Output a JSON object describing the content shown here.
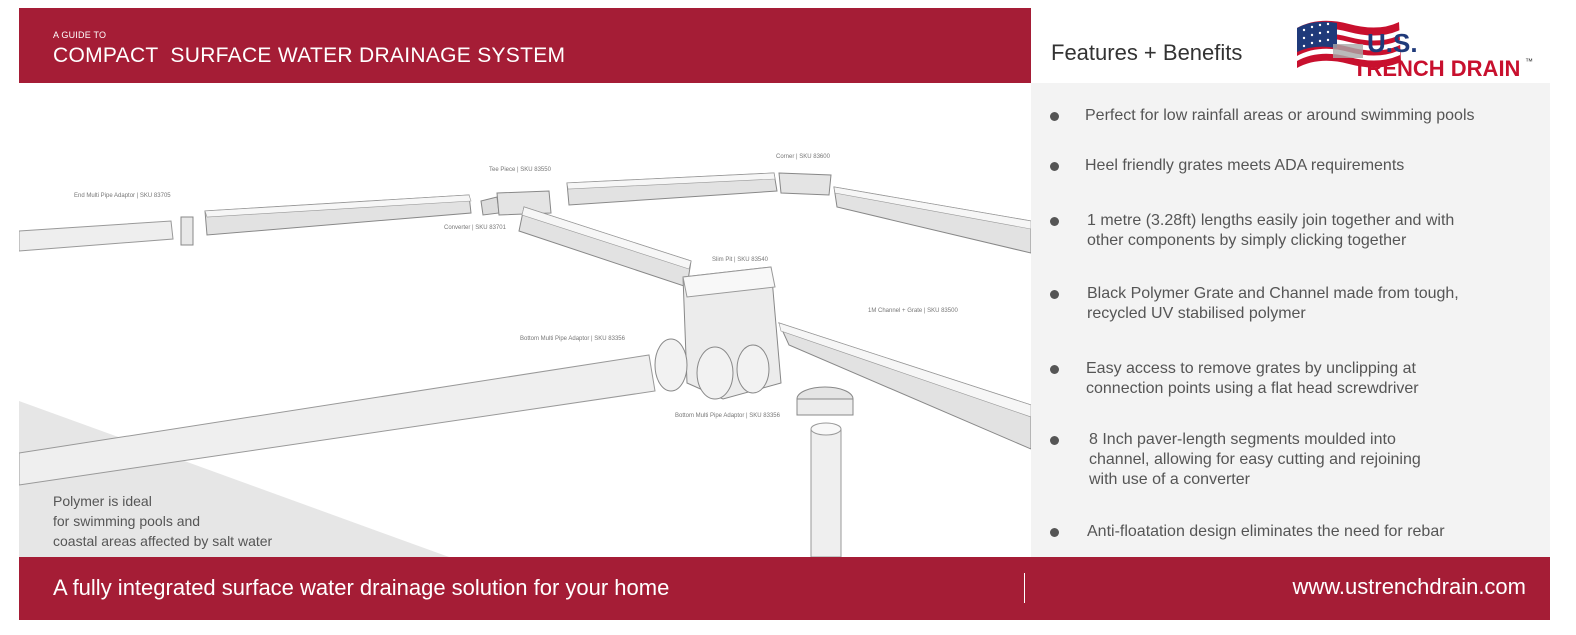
{
  "header": {
    "kicker": "A GUIDE TO",
    "title": "COMPACT  SURFACE WATER DRAINAGE SYSTEM"
  },
  "features_panel": {
    "title": "Features + Benefits",
    "logo_text_top": "U.S.",
    "logo_text_bottom": "TRENCH DRAIN",
    "logo_tm": "™",
    "items": [
      {
        "lines": [
          "Perfect for low rainfall areas or around swimming pools"
        ]
      },
      {
        "lines": [
          "Heel friendly grates meets ADA requirements"
        ]
      },
      {
        "lines": [
          "1 metre (3.28ft) lengths easily join together and with",
          "other components by simply clicking together"
        ]
      },
      {
        "lines": [
          "Black Polymer Grate and Channel made from tough,",
          "recycled UV stabilised polymer"
        ]
      },
      {
        "lines": [
          "Easy access to remove grates by unclipping at",
          "connection points using a flat head screwdriver"
        ]
      },
      {
        "lines": [
          "8 Inch paver-length segments moulded into",
          "channel, allowing for easy cutting and rejoining",
          "with use of a converter"
        ]
      },
      {
        "lines": [
          "Anti-floatation design eliminates the need for rebar"
        ]
      }
    ]
  },
  "illustration": {
    "labels": {
      "end_adaptor": "End Multi Pipe Adaptor  |  SKU 83705",
      "tee_piece": "Tee Piece  |  SKU 83550",
      "corner": "Corner  |  SKU 83600",
      "converter": "Converter  |  SKU 83701",
      "slim_pit": "Slim Pit  |  SKU 83540",
      "channel_grate": "1M Channel + Grate  |  SKU  83500",
      "bottom_adaptor_1": "Bottom Multi Pipe Adaptor  |  SKU  83356",
      "bottom_adaptor_2": "Bottom Multi Pipe Adaptor  |  SKU  83356"
    },
    "note_lines": [
      "Polymer is ideal",
      "for swimming pools and",
      "coastal areas affected by salt water"
    ]
  },
  "footer": {
    "tagline": "A fully integrated surface water drainage solution for your home",
    "url": "www.ustrenchdrain.com"
  },
  "colors": {
    "brand_red": "#a51d36",
    "panel_gray": "#f3f3f3",
    "logo_blue": "#1f3a7a"
  },
  "icons": [
    "us-flag-logo-icon",
    "bullet-icon"
  ]
}
